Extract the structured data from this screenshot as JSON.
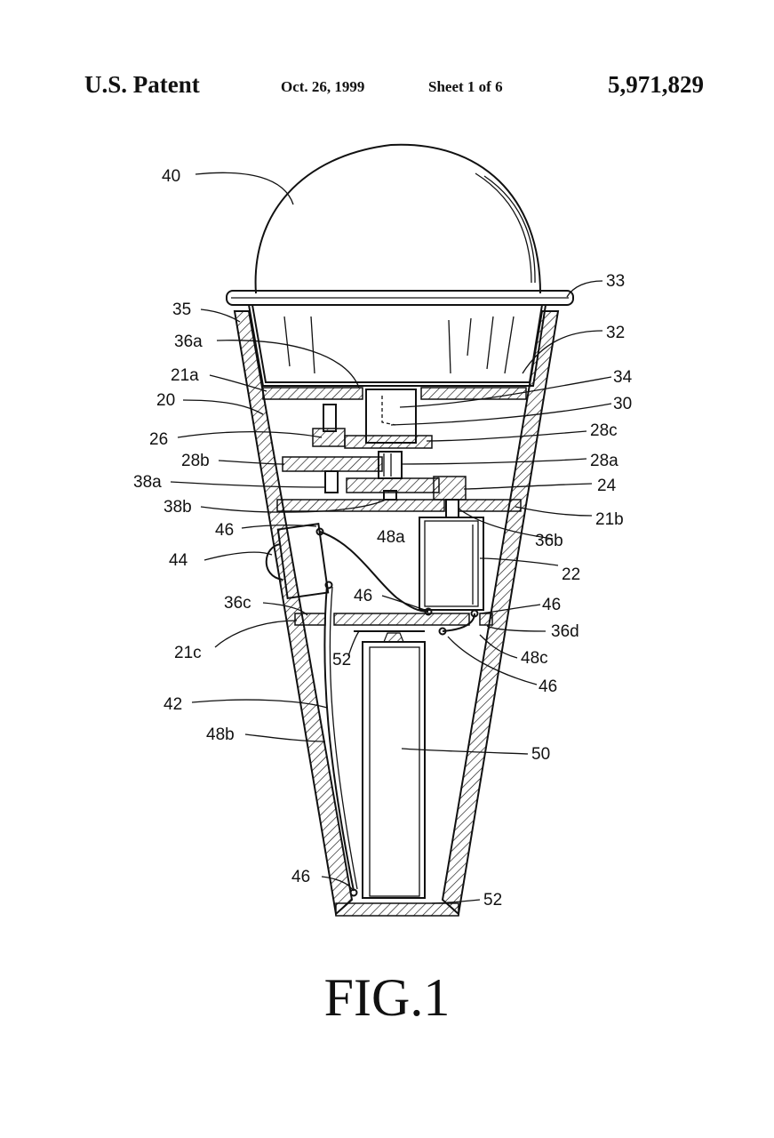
{
  "header": {
    "left": "U.S. Patent",
    "date": "Oct. 26, 1999",
    "sheet": "Sheet 1 of 6",
    "number": "5,971,829"
  },
  "figure": {
    "caption": "FIG.1",
    "labels": {
      "l40": "40",
      "l33": "33",
      "l35": "35",
      "l32": "32",
      "l36a": "36a",
      "l21a": "21a",
      "l34": "34",
      "l20": "20",
      "l30": "30",
      "l26": "26",
      "l28c": "28c",
      "l28b": "28b",
      "l28a": "28a",
      "l38a": "38a",
      "l24": "24",
      "l38b": "38b",
      "l21b": "21b",
      "l46a": "46",
      "l36b": "36b",
      "l48a": "48a",
      "l44": "44",
      "l22": "22",
      "l46b": "46",
      "l36c": "36c",
      "l46c": "46",
      "l21c": "21c",
      "l36d": "36d",
      "l52a": "52",
      "l48c": "48c",
      "l46d": "46",
      "l42": "42",
      "l48b": "48b",
      "l50": "50",
      "l46e": "46",
      "l52b": "52"
    }
  }
}
